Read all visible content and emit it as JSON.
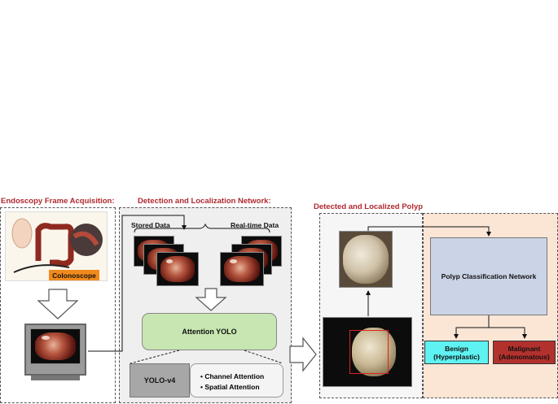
{
  "sections": {
    "acquisition": "Endoscopy Frame Acquisition:",
    "detection": "Detection and Localization Network:",
    "detected": "Detected and Localized Polyp"
  },
  "acquisition": {
    "colonoscope_label": "Colonoscope"
  },
  "detection": {
    "stored_data": "Stored Data",
    "real_time_data": "Real-time Data",
    "attention_yolo": "Attention YOLO",
    "yolo_v4": "YOLO-v4",
    "attention_items": [
      "Channel Attention",
      "Spatial Attention"
    ]
  },
  "classification": {
    "network": "Polyp Classification Network",
    "benign_line1": "Benign",
    "benign_line2": "(Hyperplastic)",
    "malignant_line1": "Malignant",
    "malignant_line2": "(Adenomatous)"
  },
  "colors": {
    "section_title": "#b0282e",
    "attention_yolo_fill": "#c8e6b2",
    "yolo_v4_fill": "#a7a7a7",
    "classification_fill": "#cbd3e6",
    "classification_panel": "#fbe6d6",
    "benign_fill": "#5ff2f2",
    "malignant_fill": "#b3312d",
    "colonoscope_tag": "#f08a1c"
  }
}
